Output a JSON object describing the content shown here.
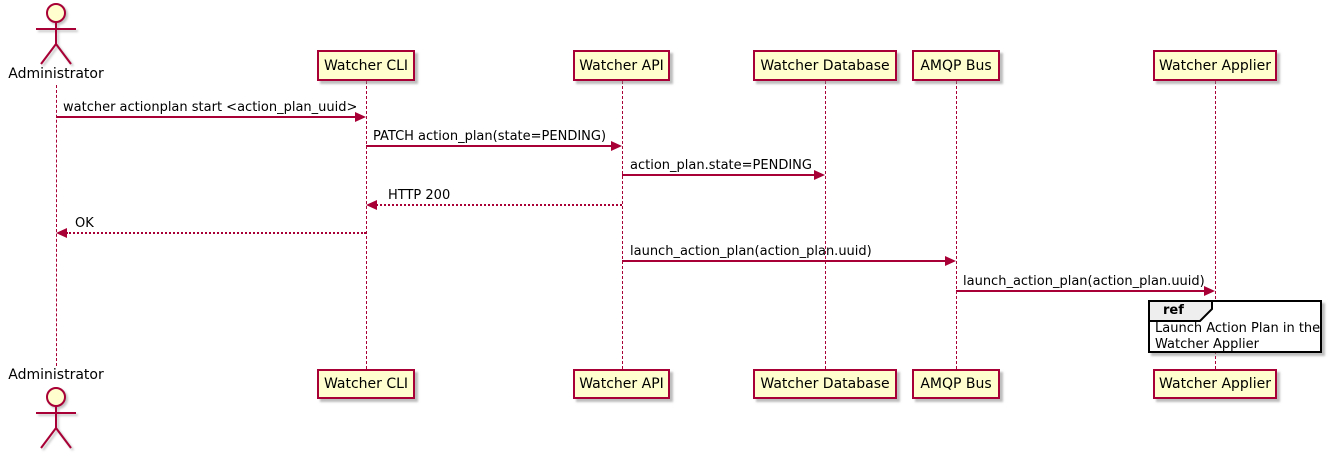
{
  "diagram_type": "uml-sequence",
  "actor": {
    "name": "Administrator"
  },
  "participants": [
    {
      "name": "Watcher CLI"
    },
    {
      "name": "Watcher API"
    },
    {
      "name": "Watcher Database"
    },
    {
      "name": "AMQP Bus"
    },
    {
      "name": "Watcher Applier"
    }
  ],
  "messages": [
    {
      "text": "watcher actionplan start <action_plan_uuid>",
      "from": "Administrator",
      "to": "Watcher CLI",
      "line": "solid"
    },
    {
      "text": "PATCH action_plan(state=PENDING)",
      "from": "Watcher CLI",
      "to": "Watcher API",
      "line": "solid"
    },
    {
      "text": "action_plan.state=PENDING",
      "from": "Watcher API",
      "to": "Watcher Database",
      "line": "solid"
    },
    {
      "text": "HTTP 200",
      "from": "Watcher API",
      "to": "Watcher CLI",
      "line": "dotted"
    },
    {
      "text": "OK",
      "from": "Watcher CLI",
      "to": "Administrator",
      "line": "dotted"
    },
    {
      "text": "launch_action_plan(action_plan.uuid)",
      "from": "Watcher API",
      "to": "AMQP Bus",
      "line": "solid"
    },
    {
      "text": "launch_action_plan(action_plan.uuid)",
      "from": "AMQP Bus",
      "to": "Watcher Applier",
      "line": "solid"
    }
  ],
  "ref_fragment": {
    "keyword": "ref",
    "text_line1": "Launch Action Plan in the",
    "text_line2": "Watcher Applier"
  },
  "colors": {
    "accent": "#A80036",
    "participant_fill": "#FEFECE",
    "text": "#000000",
    "background": "#FFFFFF",
    "ref_header_fill": "#EEEEEE",
    "ref_border": "#000000"
  }
}
